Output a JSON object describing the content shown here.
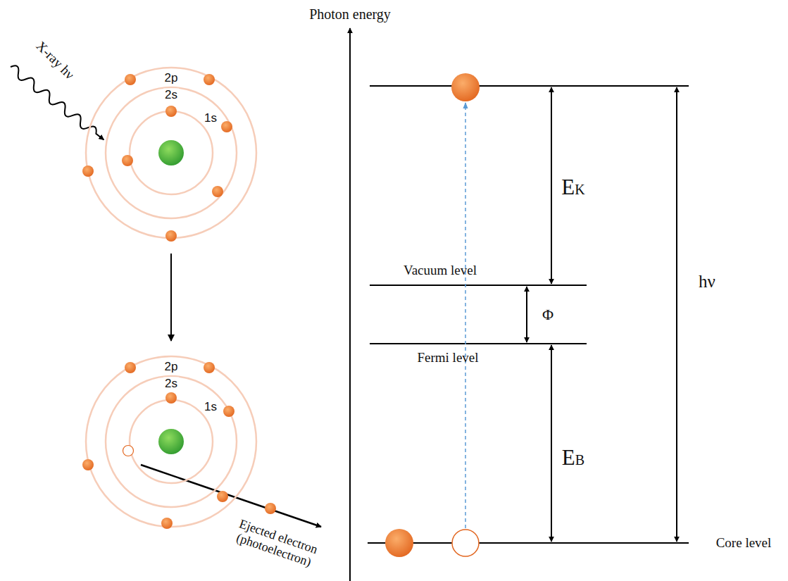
{
  "diagram": {
    "nodes": [
      {
        "text": [
          "2p",
          "2s",
          "1s"
        ]
      },
      {
        "text": [
          "2p",
          "2s",
          "1s"
        ]
      }
    ],
    "edges": [
      {
        "from": 0,
        "to": 1,
        "arrow": "to"
      }
    ],
    "labels": [
      "X-ray hν",
      "Ejected electron (photoelectron)",
      "Photon energy",
      "EK",
      "Vacuum level",
      "Φ",
      "Fermi level",
      "EB",
      "hν",
      "Core level"
    ]
  }
}
